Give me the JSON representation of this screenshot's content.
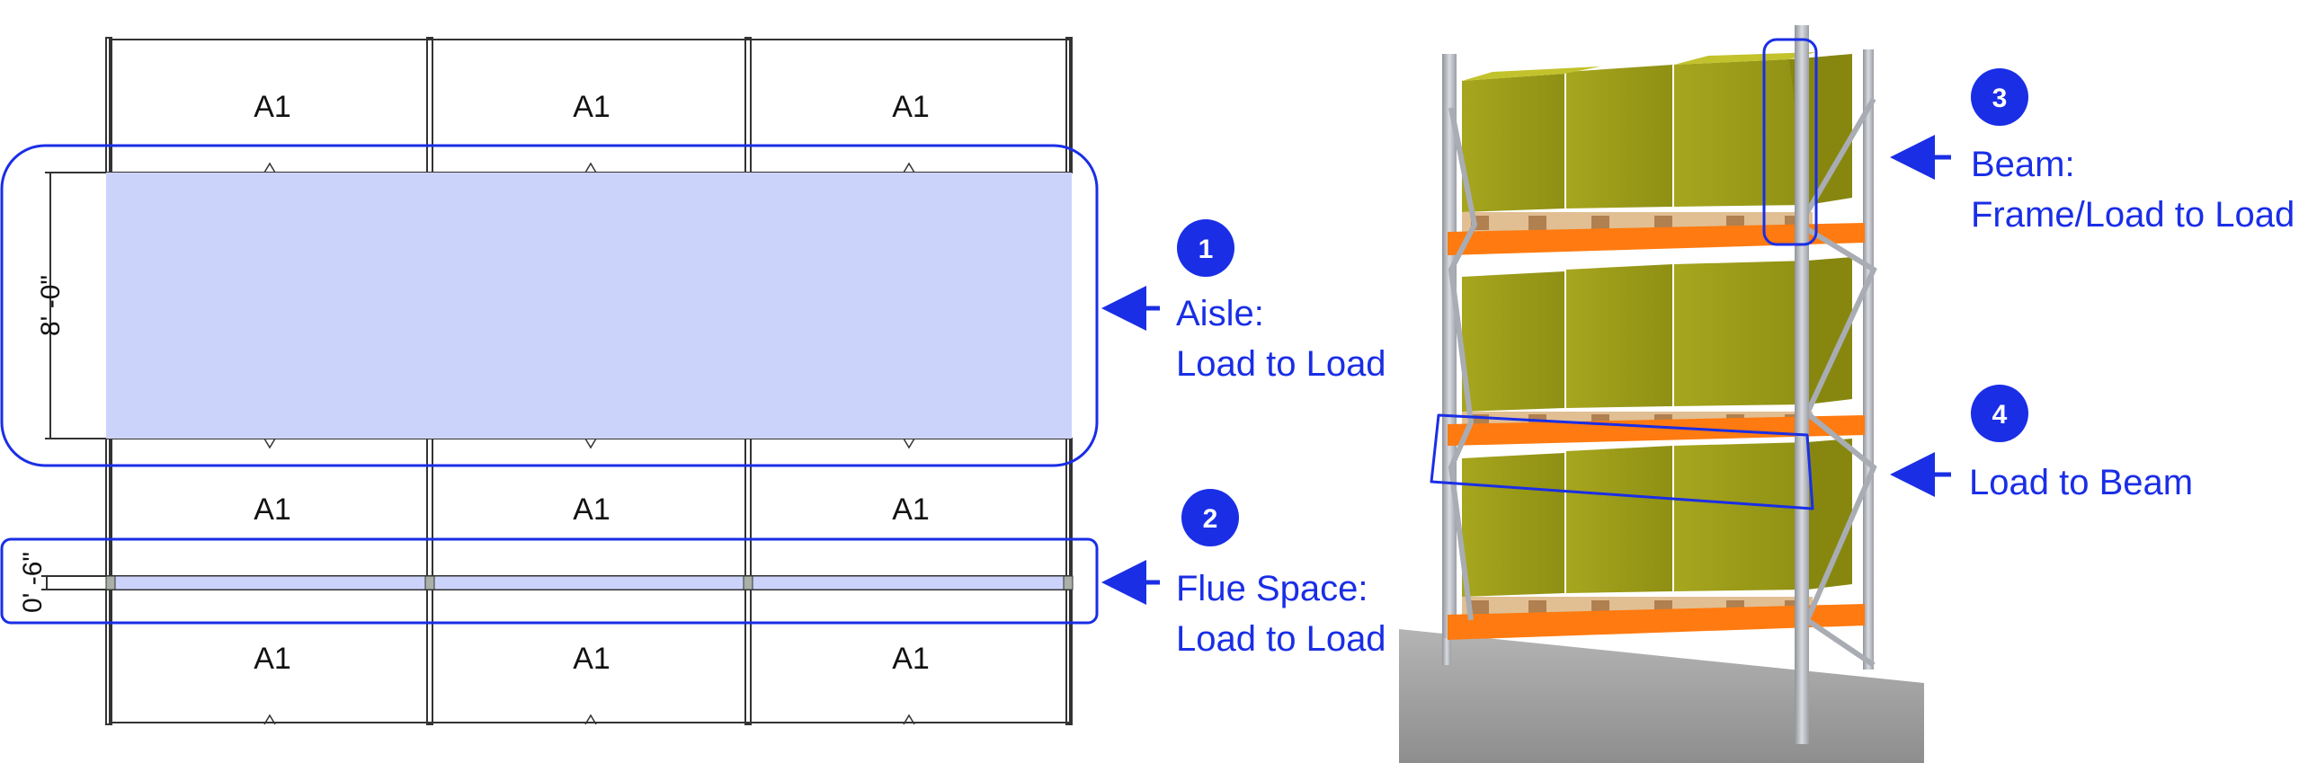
{
  "plan": {
    "row_top": [
      "A1",
      "A1",
      "A1"
    ],
    "row_middle": [
      "A1",
      "A1",
      "A1"
    ],
    "row_bottom": [
      "A1",
      "A1",
      "A1"
    ],
    "aisle_dimension": "8' -0\"",
    "flue_dimension": "0' -6\""
  },
  "callouts": [
    {
      "number": "1",
      "line1": "Aisle:",
      "line2": "Load to Load"
    },
    {
      "number": "2",
      "line1": "Flue Space:",
      "line2": "Load to Load"
    },
    {
      "number": "3",
      "line1": "Beam:",
      "line2": "Frame/Load to Load"
    },
    {
      "number": "4",
      "line1": "Load to Beam",
      "line2": ""
    }
  ],
  "colors": {
    "accent_blue": "#1a2ee6",
    "badge_blue": "#1a2ee6",
    "aisle_fill": "#ccd3fb",
    "beam_orange": "#ff7a10",
    "load_olive": "#9e9e1a",
    "upright_grey": "#b9bcc2"
  }
}
